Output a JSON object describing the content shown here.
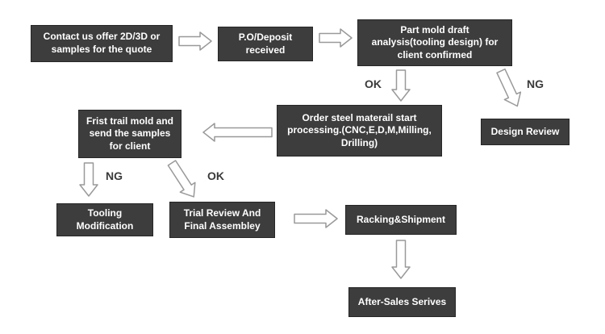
{
  "diagram": {
    "type": "flowchart",
    "nodes": {
      "contact": "Contact us offer 2D/3D or\nsamples for the quote",
      "po_deposit": "P.O/Deposit\nreceived",
      "part_mold_draft": "Part mold draft\nanalysis(tooling design) for\nclient confirmed",
      "design_review": "Design Review",
      "order_steel": "Order steel materail start\nprocessing.(CNC,E,D,M,Milling,\nDrilling)",
      "first_trial_mold": "Frist trail mold and\nsend the samples\nfor client",
      "tooling_modification": "Tooling\nModification",
      "trial_review": "Trial Review And\nFinal Assembley",
      "racking_shipment": "Racking&Shipment",
      "after_sales": "After-Sales Serives"
    },
    "edge_labels": {
      "ok_top": "OK",
      "ng_top": "NG",
      "ng_bottom": "NG",
      "ok_bottom": "OK"
    },
    "colors": {
      "box_bg": "#3d3d3d",
      "box_border": "#262626",
      "box_text": "#ffffff",
      "arrow_fill": "#ffffff",
      "arrow_stroke": "#999999",
      "label_text": "#3a3a3a",
      "background": "#ffffff"
    }
  }
}
